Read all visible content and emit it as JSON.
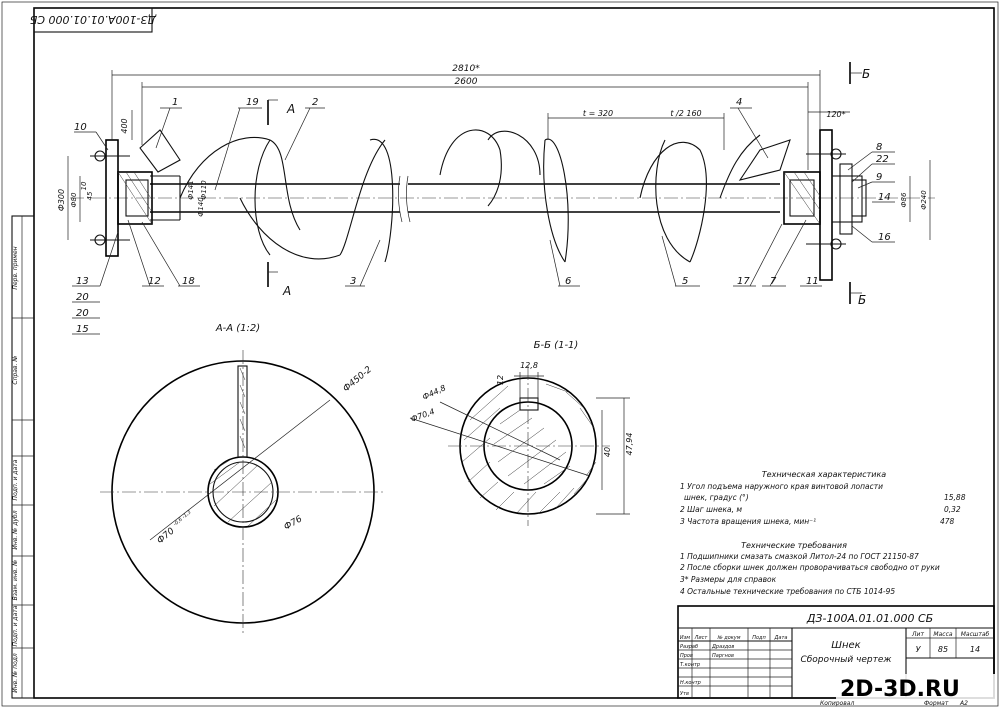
{
  "stamp_code_rotated": "ДЗ-100А.01.01.000 СБ",
  "dims": {
    "overall": "2810*",
    "length": "2600",
    "d400": "400",
    "pitch": "t = 320",
    "half_pitch": "t /2 160",
    "d120": "120*",
    "d300": "Ф300",
    "d80": "Ф80",
    "d10": "10",
    "d45": "45",
    "d141": "Ф141",
    "d110": "Ф110",
    "d140": "Ф140",
    "d86": "Ф86",
    "d240": "Ф240"
  },
  "positions": [
    "1",
    "19",
    "2",
    "4",
    "10",
    "8",
    "22",
    "9",
    "14",
    "16",
    "13",
    "20",
    "20",
    "15",
    "12",
    "18",
    "3",
    "6",
    "5",
    "17",
    "7",
    "11"
  ],
  "section_marks": {
    "a": "А",
    "b": "Б"
  },
  "section_aa": {
    "title": "А-А (1:2)",
    "outer": "Ф450-2",
    "inner": "Ф70",
    "inner_tol": "-0,6 -1,3",
    "tube": "Ф76"
  },
  "section_bb": {
    "title": "Б-Б (1-1)",
    "key_w": "12,8",
    "key_h": "12",
    "d44": "Ф44,8",
    "d70": "Ф70,4",
    "h40": "40",
    "h47": "47,94"
  },
  "tech_char": {
    "title": "Техническая характеристика",
    "rows": [
      {
        "label": "1 Угол подъема наружного края винтовой лопасти",
        "value": ""
      },
      {
        "label": "шнек, градус (°)",
        "value": "15,88"
      },
      {
        "label": "2 Шаг шнека, м",
        "value": "0,32"
      },
      {
        "label": "3 Частота вращения шнека, мин⁻¹",
        "value": "478"
      }
    ]
  },
  "tech_req": {
    "title": "Технические требования",
    "rows": [
      "1 Подшипники смазать смазкой Литол-24 по ГОСТ 21150-87",
      "2 После сборки шнек должен проворачиваться свободно от руки",
      "3* Размеры для справок",
      "4 Остальные технические требования по СТБ 1014-95"
    ]
  },
  "title_block": {
    "code": "ДЗ-100А.01.01.000 СБ",
    "name1": "Шнек",
    "name2": "Сборочный чертеж",
    "col_lit": "Лит",
    "col_mass": "Масса",
    "col_scale": "Масштаб",
    "lit_value": "У",
    "mass_value": "85",
    "scale_value": "14",
    "head": [
      "Изм",
      "Лист",
      "№ докум",
      "Подп",
      "Дата"
    ],
    "rows": [
      {
        "role": "Разраб",
        "name": "Драздов"
      },
      {
        "role": "Пров",
        "name": "Паргнов"
      },
      {
        "role": "Т.контр",
        "name": ""
      },
      {
        "role": "",
        "name": ""
      },
      {
        "role": "Н.контр",
        "name": ""
      },
      {
        "role": "Утв",
        "name": ""
      }
    ],
    "copied": "Копировал",
    "format": "Формат",
    "format_value": "А2"
  },
  "side_labels": [
    "Перв. примен",
    "Справ. №",
    "Подп. и дата",
    "Инв. № дубл",
    "Взам. инв. №",
    "Подп. и дата",
    "Инв. № подл"
  ],
  "watermark": "2D-3D.RU"
}
